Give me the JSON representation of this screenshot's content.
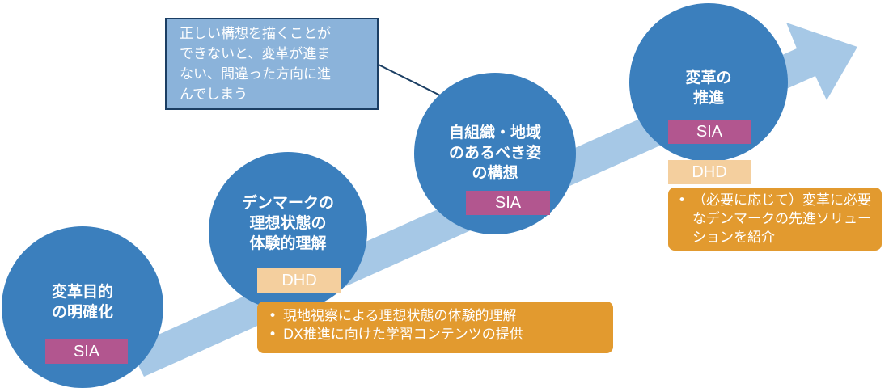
{
  "colors": {
    "arrow": "#A6C8E6",
    "circle": "#3B7FBD",
    "sia_tag": "#B2568F",
    "dhd_tag": "#F4CF9E",
    "bullet_box": "#E29A2F",
    "callout_fill": "#8BB3DA",
    "callout_border": "#1B3E63"
  },
  "callout": {
    "text": "正しい構想を描くことが\nできないと、変革が進ま\nない、間違った方向に進\nんでしまう"
  },
  "steps": [
    {
      "title": "変革目的\nの明確化",
      "tags": [
        "SIA"
      ]
    },
    {
      "title": "デンマークの\n理想状態の\n体験的理解",
      "tags": [
        "DHD"
      ],
      "bullets": [
        "現地視察による理想状態の体験的理解",
        "DX推進に向けた学習コンテンツの提供"
      ]
    },
    {
      "title": "自組織・地域\nのあるべき姿\nの構想",
      "tags": [
        "SIA"
      ]
    },
    {
      "title": "変革の\n推進",
      "tags": [
        "SIA",
        "DHD"
      ],
      "bullets": [
        "（必要に応じて）変革に必要なデンマークの先進ソリューションを紹介"
      ]
    }
  ]
}
